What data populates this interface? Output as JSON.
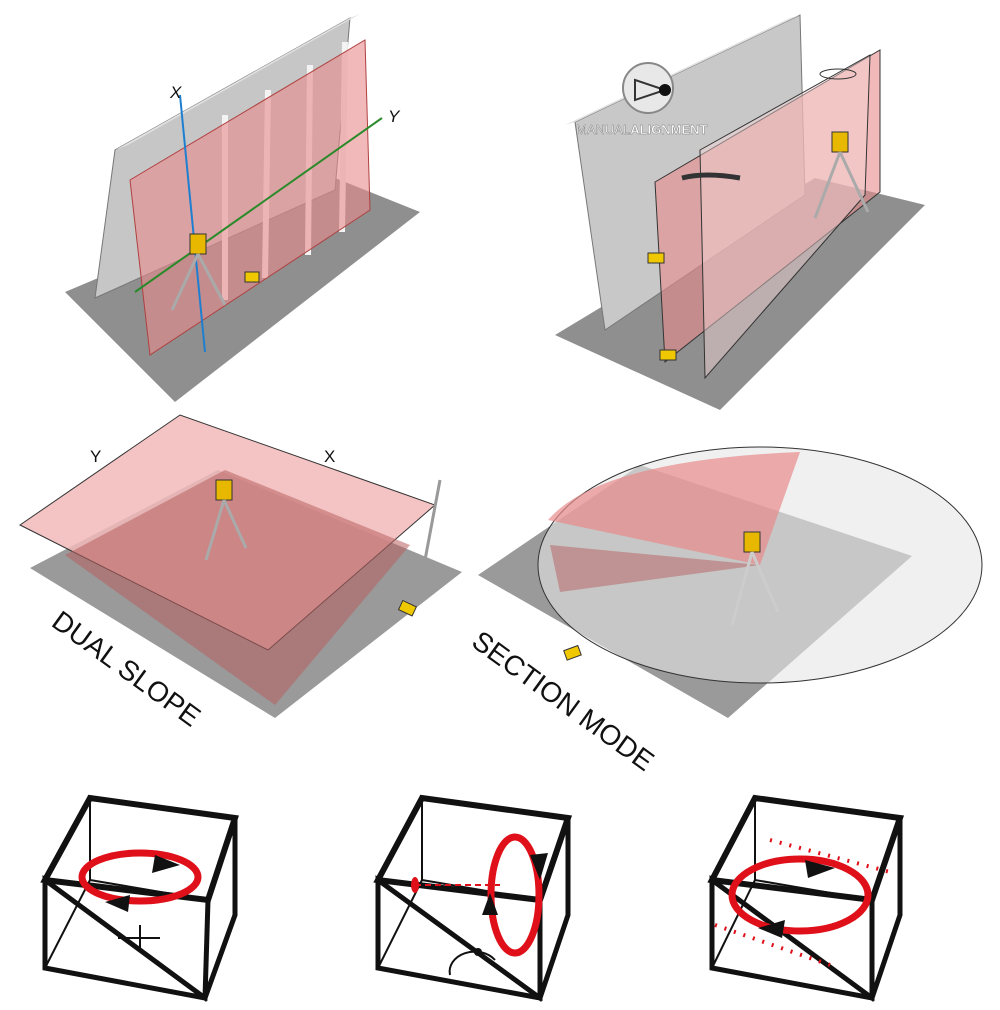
{
  "panels": {
    "wall_axes": {
      "x_label": "X",
      "y_label": "Y"
    },
    "manual_alignment": {
      "logo_text_light": "MANUAL",
      "logo_text_bold": "ALIGNMENT"
    },
    "dual_slope": {
      "title": "DUAL SLOPE",
      "y_label": "Y",
      "x_label": "X"
    },
    "section_mode": {
      "title": "SECTION MODE"
    }
  },
  "colors": {
    "laser_plane": "#e88a8a",
    "laser_red": "#e0101a",
    "floor": "#9a9a9a",
    "concrete": "#c8c8c8",
    "x_axis": "#1e7fd0",
    "y_axis": "#2a8a2a"
  }
}
